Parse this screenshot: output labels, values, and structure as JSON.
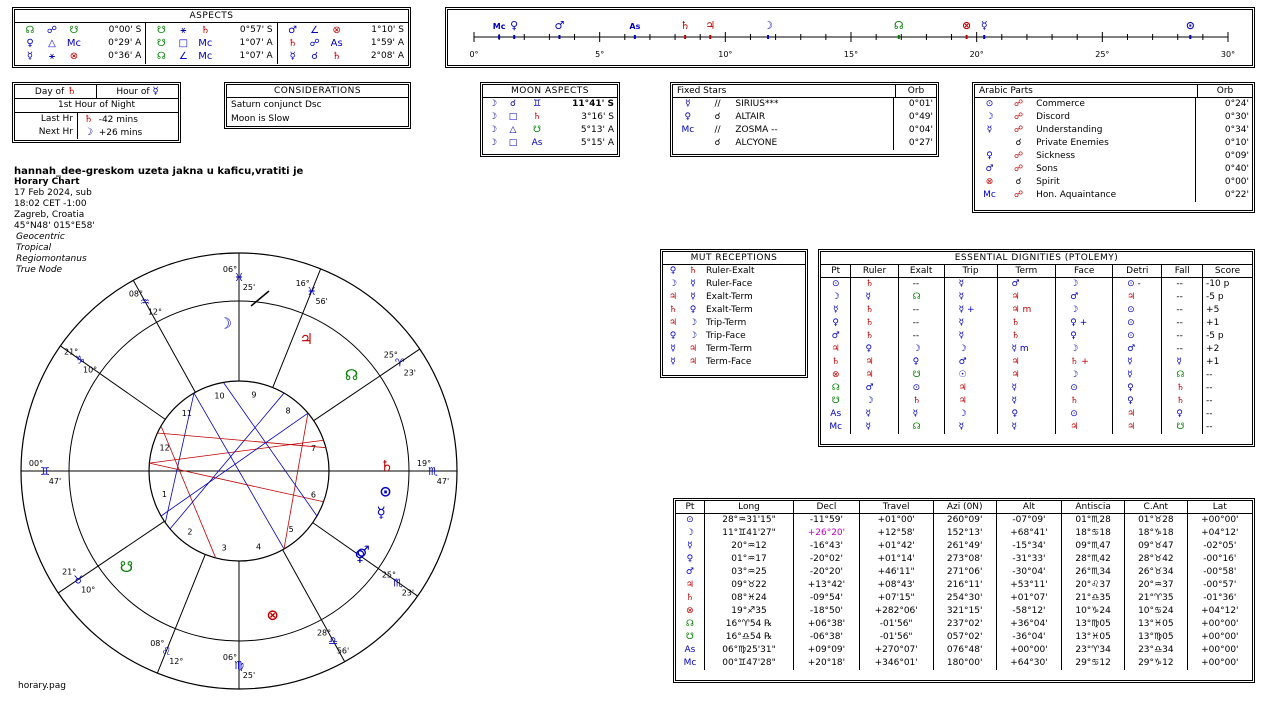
{
  "aspects": {
    "title": "ASPECTS",
    "col1": [
      [
        "☊",
        "☍",
        "☋",
        "0°00' S"
      ],
      [
        "♀",
        "△",
        "Mc",
        "0°29' A"
      ],
      [
        "☿",
        "⚹",
        "⊗",
        "0°36' A"
      ]
    ],
    "col2": [
      [
        "☋",
        "⚹",
        "♄",
        "0°57' S"
      ],
      [
        "☋",
        "□",
        "Mc",
        "1°07' A"
      ],
      [
        "☊",
        "∠",
        "Mc",
        "1°07' A"
      ]
    ],
    "col3": [
      [
        "♂",
        "∠",
        "⊗",
        "1°10' S"
      ],
      [
        "♄",
        "☍",
        "As",
        "1°59' A"
      ],
      [
        "☿",
        "☌",
        "♄",
        "2°08' A"
      ]
    ]
  },
  "ruler_line": {
    "labels": [
      "0°",
      "5°",
      "10°",
      "15°",
      "20°",
      "25°",
      "30°"
    ],
    "planets": [
      {
        "glyph": "Mc",
        "color": "#0000c0",
        "deg": 1.0
      },
      {
        "glyph": "♀",
        "color": "#0000c0",
        "deg": 1.6
      },
      {
        "glyph": "♂",
        "color": "#0000c0",
        "deg": 3.4
      },
      {
        "glyph": "As",
        "color": "#0000c0",
        "deg": 6.4
      },
      {
        "glyph": "♄",
        "color": "#c00000",
        "deg": 8.4
      },
      {
        "glyph": "♃",
        "color": "#c00000",
        "deg": 9.4
      },
      {
        "glyph": "☽",
        "color": "#0000c0",
        "deg": 11.7
      },
      {
        "glyph": "☊",
        "color": "#008000",
        "deg": 16.9
      },
      {
        "glyph": "⊗",
        "color": "#c00000",
        "deg": 19.6
      },
      {
        "glyph": "☿",
        "color": "#0000c0",
        "deg": 20.3
      },
      {
        "glyph": "⊙",
        "color": "#0000c0",
        "deg": 28.5
      }
    ]
  },
  "day_hour": {
    "day_label": "Day of",
    "day_glyph": "♄",
    "hour_label": "Hour of",
    "hour_glyph": "☿",
    "first_hour": "1st Hour of Night",
    "last_label": "Last Hr",
    "last_glyph": "♄",
    "last_val": "-42 mins",
    "next_label": "Next Hr",
    "next_glyph": "☽",
    "next_val": "+26 mins"
  },
  "considerations": {
    "title": "CONSIDERATIONS",
    "items": [
      "Saturn conjunct Dsc",
      "Moon is Slow"
    ]
  },
  "moon_aspects": {
    "title": "MOON ASPECTS",
    "rows": [
      [
        "☽",
        "☌",
        "♊",
        "11°41' S"
      ],
      [
        "☽",
        "□",
        "♄",
        "3°16' S"
      ],
      [
        "☽",
        "△",
        "☋",
        "5°13' A"
      ],
      [
        "☽",
        "□",
        "As",
        "5°15' A"
      ]
    ]
  },
  "fixed_stars": {
    "title": "Fixed Stars",
    "orb_title": "Orb",
    "rows": [
      [
        "☿",
        "//",
        "SIRIUS***",
        "0°01'"
      ],
      [
        "♀",
        "☌",
        "ALTAIR",
        "0°49'"
      ],
      [
        "Mc",
        "//",
        "ZOSMA --",
        "0°04'"
      ],
      [
        "",
        "☌",
        "ALCYONE",
        "0°27'"
      ]
    ]
  },
  "arabic_parts": {
    "title": "Arabic Parts",
    "orb_title": "Orb",
    "rows": [
      [
        "⊙",
        "☍",
        "Commerce",
        "0°24'"
      ],
      [
        "☽",
        "☍",
        "Discord",
        "0°30'"
      ],
      [
        "☿",
        "☍",
        "Understanding",
        "0°34'"
      ],
      [
        "",
        "☌",
        "Private Enemies",
        "0°10'"
      ],
      [
        "♀",
        "☍",
        "Sickness",
        "0°09'"
      ],
      [
        "♂",
        "☍",
        "Sons",
        "0°40'"
      ],
      [
        "⊗",
        "☌",
        "Spirit",
        "0°00'"
      ],
      [
        "Mc",
        "☍",
        "Hon. Aquaintance",
        "0°22'"
      ]
    ]
  },
  "chart_info": {
    "name": "hannah_dee-greskom uzeta jakna u kaficu,vratiti je",
    "type": "Horary Chart",
    "date": "17 Feb 2024, sub",
    "time": "18:02  CET  -1:00",
    "place": "Zagreb, Croatia",
    "coords": "45°N48' 015°E58'",
    "opts": [
      "Geocentric",
      "Tropical",
      "Regiomontanus",
      "True Node"
    ],
    "file": "horary.pag"
  },
  "mut_receptions": {
    "title": "MUT  RECEPTIONS",
    "rows": [
      [
        "♀",
        "♄",
        "Ruler-Exalt"
      ],
      [
        "☽",
        "☿",
        "Ruler-Face"
      ],
      [
        "♃",
        "☿",
        "Exalt-Term"
      ],
      [
        "♄",
        "♀",
        "Exalt-Term"
      ],
      [
        "♃",
        "☽",
        "Trip-Term"
      ],
      [
        "♀",
        "☽",
        "Trip-Face"
      ],
      [
        "☿",
        "♃",
        "Term-Term"
      ],
      [
        "☿",
        "♃",
        "Term-Face"
      ]
    ]
  },
  "dignities": {
    "title": "ESSENTIAL  DIGNITIES  (PTOLEMY)",
    "headers": [
      "Pt",
      "Ruler",
      "Exalt",
      "Trip",
      "Term",
      "Face",
      "Detri",
      "Fall",
      "Score"
    ],
    "rows": [
      [
        "⊙",
        "♄",
        "--",
        "☿",
        "♂",
        "☽",
        "⊙  -",
        "--",
        "-10  p"
      ],
      [
        "☽",
        "☿",
        "☊",
        "☿",
        "♃",
        "♂",
        "♃",
        "--",
        "-5  p"
      ],
      [
        "☿",
        "♄",
        "--",
        "☿ +",
        "♃  m",
        "☽",
        "⊙",
        "--",
        "+5"
      ],
      [
        "♀",
        "♄",
        "--",
        "☿",
        "♄",
        "♀ +",
        "⊙",
        "--",
        "+1"
      ],
      [
        "♂",
        "♄",
        "--",
        "☿",
        "♄",
        "♀",
        "⊙",
        "--",
        "-5  p"
      ],
      [
        "♃",
        "♀",
        "☽",
        "☽",
        "☿  m",
        "☽",
        "♂",
        "--",
        "+2"
      ],
      [
        "♄",
        "♃",
        "♀",
        "♂",
        "♃",
        "♄ +",
        "☿",
        "☿",
        "+1"
      ],
      [
        "⊗",
        "♃",
        "☋",
        "☉",
        "♃",
        "☽",
        "☿",
        "☊",
        "--"
      ],
      [
        "☊",
        "♂",
        "⊙",
        "♃",
        "☿",
        "⊙",
        "♀",
        "♄",
        "--"
      ],
      [
        "☋",
        "☽",
        "♄",
        "♃",
        "☿",
        "♄",
        "♀",
        "♄",
        "--"
      ],
      [
        "As",
        "☿",
        "☿",
        "☽",
        "♀",
        "⊙",
        "♃",
        "♀",
        "--"
      ],
      [
        "Mc",
        "☿",
        "☊",
        "☿",
        "☿",
        "♃",
        "♃",
        "☋",
        "--"
      ]
    ]
  },
  "positions": {
    "headers": [
      "Pt",
      "Long",
      "Decl",
      "Travel",
      "Azi (0N)",
      "Alt",
      "Antiscia",
      "C.Ant",
      "Lat"
    ],
    "rows": [
      [
        "⊙",
        "28°♒31'15\"",
        "-11°59'",
        "+01°00'",
        "260°09'",
        "-07°09'",
        "01°♏28",
        "01°♉28",
        "+00°00'"
      ],
      [
        "☽",
        "11°♊41'27\"",
        "+26°20'",
        "+12°58'",
        "152°13'",
        "+68°41'",
        "18°♋18",
        "18°♑18",
        "+04°12'"
      ],
      [
        "☿",
        "20°♒12",
        "-16°43'",
        "+01°42'",
        "261°49'",
        "-15°34'",
        "09°♏47",
        "09°♉47",
        "-02°05'"
      ],
      [
        "♀",
        "01°♒17",
        "-20°02'",
        "+01°14'",
        "273°08'",
        "-31°33'",
        "28°♏42",
        "28°♉42",
        "-00°16'"
      ],
      [
        "♂",
        "03°♒25",
        "-20°20'",
        "+46'11\"",
        "271°06'",
        "-30°04'",
        "26°♏34",
        "26°♉34",
        "-00°58'"
      ],
      [
        "♃",
        "09°♉22",
        "+13°42'",
        "+08°43'",
        "216°11'",
        "+53°11'",
        "20°♌37",
        "20°♒37",
        "-00°57'"
      ],
      [
        "♄",
        "08°♓24",
        "-09°54'",
        "+07'15\"",
        "254°30'",
        "+01°07'",
        "21°♎35",
        "21°♈35",
        "-01°36'"
      ],
      [
        "⊗",
        "19°♐35",
        "-18°50'",
        "+282°06'",
        "321°15'",
        "-58°12'",
        "10°♑24",
        "10°♋24",
        "+04°12'"
      ],
      [
        "☊",
        "16°♈54 ℞",
        "+06°38'",
        "-01'56\"",
        "237°02'",
        "+36°04'",
        "13°♍05",
        "13°♓05",
        "+00°00'"
      ],
      [
        "☋",
        "16°♎54 ℞",
        "-06°38'",
        "-01'56\"",
        "057°02'",
        "-36°04'",
        "13°♓05",
        "13°♍05",
        "+00°00'"
      ],
      [
        "As",
        "06°♍25'31\"",
        "+09°09'",
        "+270°07'",
        "076°48'",
        "+00°00'",
        "23°♈34",
        "23°♎34",
        "+00°00'"
      ],
      [
        "Mc",
        "00°♊47'28\"",
        "+20°18'",
        "+346°01'",
        "180°00'",
        "+64°30'",
        "29°♋12",
        "29°♑12",
        "+00°00'"
      ]
    ]
  },
  "wheel": {
    "cusp_labels": [
      {
        "deg": "00°",
        "sign": "♊",
        "min": "47'"
      },
      {
        "deg": "21°",
        "sign": "♉",
        "min": "10°"
      },
      {
        "deg": "08°",
        "sign": "♌",
        "min": "12°"
      },
      {
        "deg": "06°",
        "sign": "♍",
        "min": "25'"
      },
      {
        "deg": "28°",
        "sign": "♎",
        "min": "56'"
      },
      {
        "deg": "25°",
        "sign": "♏",
        "min": "23'"
      },
      {
        "deg": "19°",
        "sign": "♏",
        "min": "47'"
      },
      {
        "deg": "25°",
        "sign": "♈",
        "min": "23'"
      },
      {
        "deg": "16°",
        "sign": "♓",
        "min": "56'"
      },
      {
        "deg": "06°",
        "sign": "♓",
        "min": "25'"
      },
      {
        "deg": "08°",
        "sign": "♒",
        "min": "12°"
      },
      {
        "deg": "21°",
        "sign": "♑",
        "min": "10°"
      }
    ],
    "house_numbers": [
      "1",
      "2",
      "3",
      "4",
      "5",
      "6",
      "7",
      "8",
      "9",
      "10",
      "11",
      "12"
    ]
  }
}
